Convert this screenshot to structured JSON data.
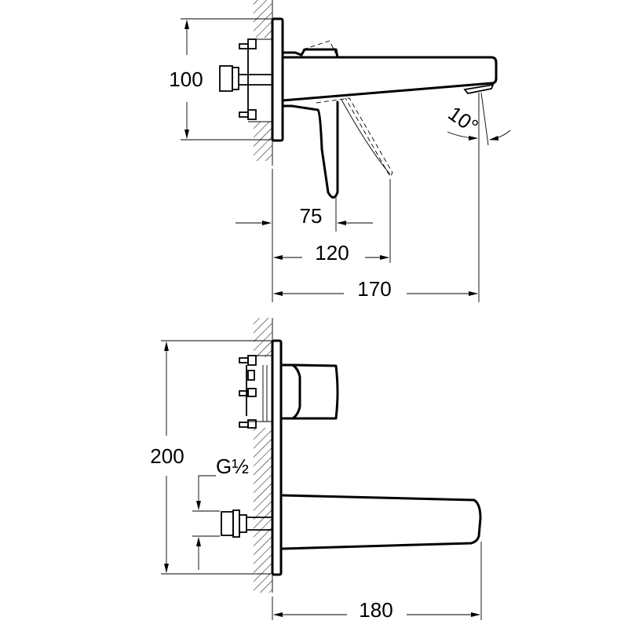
{
  "drawing": {
    "title": "Wall-mounted basin mixer technical drawing",
    "side_view": {
      "dimensions": {
        "height": "100",
        "lever_offset": "75",
        "lever_reach": "120",
        "spout_projection": "170",
        "angle": "10°"
      }
    },
    "front_view": {
      "dimensions": {
        "height": "200",
        "thread": "G½",
        "spout_projection": "180"
      }
    }
  }
}
